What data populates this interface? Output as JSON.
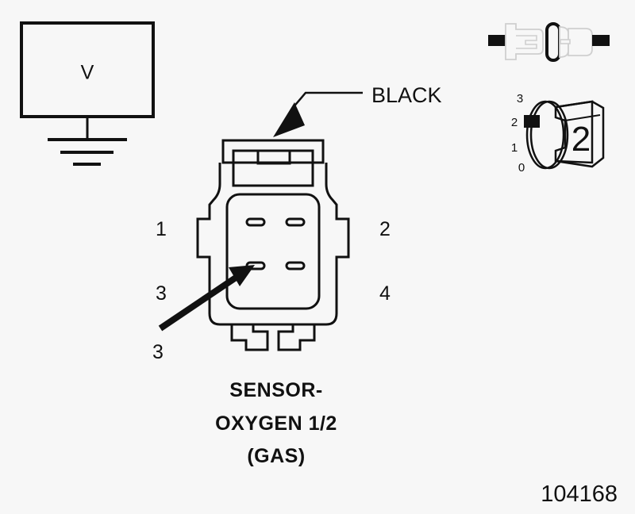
{
  "diagram": {
    "title_lines": [
      "SENSOR-",
      "OXYGEN 1/2",
      "(GAS)"
    ],
    "reference_code": "104168",
    "background_color": "#f7f7f7",
    "line_color": "#111111",
    "light_line_color": "#cfcfcf"
  },
  "meter": {
    "label": "V",
    "ground_symbol": "earth-ground"
  },
  "wire_callout": {
    "label": "BLACK",
    "points_to": "connector-latch-top"
  },
  "connector": {
    "name": "SENSOR-OXYGEN 1/2 (GAS)",
    "cavity_count": 4,
    "pins": [
      {
        "number": "1",
        "side": "left",
        "row": "top"
      },
      {
        "number": "2",
        "side": "right",
        "row": "top"
      },
      {
        "number": "3",
        "side": "left",
        "row": "bottom"
      },
      {
        "number": "4",
        "side": "right",
        "row": "bottom"
      }
    ]
  },
  "probe_callout": {
    "label": "3",
    "points_to": "cavity-3"
  },
  "connector_view": {
    "type": "mated-connector-side-view",
    "keyed_tab": "black-tab"
  },
  "size_indicator": {
    "size_label": "2",
    "scale_values": [
      "3",
      "2",
      "1",
      "0"
    ],
    "marker_at": "2"
  }
}
